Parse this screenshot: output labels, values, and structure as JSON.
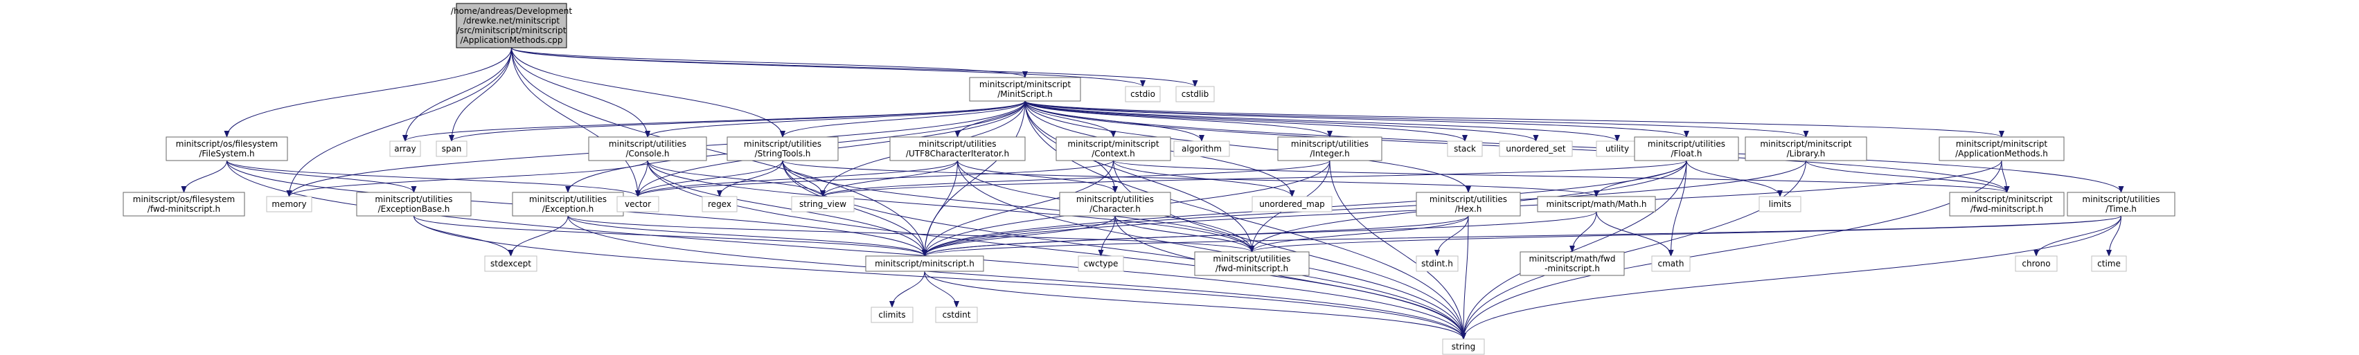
{
  "nodes": {
    "root": [
      "/home/andreas/Development",
      "/drewke.net/minitscript",
      "/src/minitscript/minitscript",
      "/ApplicationMethods.cpp"
    ],
    "minitscript_h_top": [
      "minitscript/minitscript",
      "/MinitScript.h"
    ],
    "cstdio": [
      "cstdio"
    ],
    "cstdlib": [
      "cstdlib"
    ],
    "filesystem_h": [
      "minitscript/os/filesystem",
      "/FileSystem.h"
    ],
    "array": [
      "array"
    ],
    "span": [
      "span"
    ],
    "console_h": [
      "minitscript/utilities",
      "/Console.h"
    ],
    "stringtools_h": [
      "minitscript/utilities",
      "/StringTools.h"
    ],
    "utf8_h": [
      "minitscript/utilities",
      "/UTF8CharacterIterator.h"
    ],
    "context_h": [
      "minitscript/minitscript",
      "/Context.h"
    ],
    "algorithm": [
      "algorithm"
    ],
    "integer_h": [
      "minitscript/utilities",
      "/Integer.h"
    ],
    "stack": [
      "stack"
    ],
    "unordered_set": [
      "unordered_set"
    ],
    "utility": [
      "utility"
    ],
    "float_h": [
      "minitscript/utilities",
      "/Float.h"
    ],
    "library_h": [
      "minitscript/minitscript",
      "/Library.h"
    ],
    "appmethods_h": [
      "minitscript/minitscript",
      "/ApplicationMethods.h"
    ],
    "fs_fwd_h": [
      "minitscript/os/filesystem",
      "/fwd-minitscript.h"
    ],
    "memory": [
      "memory"
    ],
    "exceptionbase_h": [
      "minitscript/utilities",
      "/ExceptionBase.h"
    ],
    "exception_h": [
      "minitscript/utilities",
      "/Exception.h"
    ],
    "vector": [
      "vector"
    ],
    "regex": [
      "regex"
    ],
    "string_view": [
      "string_view"
    ],
    "unordered_map": [
      "unordered_map"
    ],
    "character_h": [
      "minitscript/utilities",
      "/Character.h"
    ],
    "hex_h": [
      "minitscript/utilities",
      "/Hex.h"
    ],
    "math_h": [
      "minitscript/math/Math.h"
    ],
    "limits": [
      "limits"
    ],
    "mm_fwd_h": [
      "minitscript/minitscript",
      "/fwd-minitscript.h"
    ],
    "time_h": [
      "minitscript/utilities",
      "/Time.h"
    ],
    "stdexcept": [
      "stdexcept"
    ],
    "minitscript_h": [
      "minitscript/minitscript.h"
    ],
    "cwctype": [
      "cwctype"
    ],
    "ut_fwd_h": [
      "minitscript/utilities",
      "/fwd-minitscript.h"
    ],
    "stdint_h": [
      "stdint.h"
    ],
    "math_fwd_h": [
      "minitscript/math/fwd",
      "-minitscript.h"
    ],
    "cmath": [
      "cmath"
    ],
    "chrono": [
      "chrono"
    ],
    "ctime": [
      "ctime"
    ],
    "climits": [
      "climits"
    ],
    "cstdint": [
      "cstdint"
    ],
    "string": [
      "string"
    ]
  },
  "edges": [
    [
      "root",
      "minitscript_h_top"
    ],
    [
      "root",
      "cstdio"
    ],
    [
      "root",
      "cstdlib"
    ],
    [
      "root",
      "filesystem_h"
    ],
    [
      "root",
      "array"
    ],
    [
      "root",
      "span"
    ],
    [
      "root",
      "console_h"
    ],
    [
      "root",
      "stringtools_h"
    ],
    [
      "root",
      "memory"
    ],
    [
      "root",
      "vector"
    ],
    [
      "root",
      "minitscript_h"
    ],
    [
      "minitscript_h_top",
      "array"
    ],
    [
      "minitscript_h_top",
      "span"
    ],
    [
      "minitscript_h_top",
      "console_h"
    ],
    [
      "minitscript_h_top",
      "stringtools_h"
    ],
    [
      "minitscript_h_top",
      "utf8_h"
    ],
    [
      "minitscript_h_top",
      "context_h"
    ],
    [
      "minitscript_h_top",
      "algorithm"
    ],
    [
      "minitscript_h_top",
      "integer_h"
    ],
    [
      "minitscript_h_top",
      "stack"
    ],
    [
      "minitscript_h_top",
      "unordered_set"
    ],
    [
      "minitscript_h_top",
      "utility"
    ],
    [
      "minitscript_h_top",
      "float_h"
    ],
    [
      "minitscript_h_top",
      "library_h"
    ],
    [
      "minitscript_h_top",
      "appmethods_h"
    ],
    [
      "minitscript_h_top",
      "time_h"
    ],
    [
      "minitscript_h_top",
      "hex_h"
    ],
    [
      "minitscript_h_top",
      "character_h"
    ],
    [
      "minitscript_h_top",
      "exception_h"
    ],
    [
      "minitscript_h_top",
      "memory"
    ],
    [
      "minitscript_h_top",
      "vector"
    ],
    [
      "minitscript_h_top",
      "string_view"
    ],
    [
      "minitscript_h_top",
      "unordered_map"
    ],
    [
      "minitscript_h_top",
      "string"
    ],
    [
      "minitscript_h_top",
      "minitscript_h"
    ],
    [
      "minitscript_h_top",
      "mm_fwd_h"
    ],
    [
      "minitscript_h_top",
      "ut_fwd_h"
    ],
    [
      "filesystem_h",
      "fs_fwd_h"
    ],
    [
      "filesystem_h",
      "exceptionbase_h"
    ],
    [
      "filesystem_h",
      "minitscript_h"
    ],
    [
      "filesystem_h",
      "string"
    ],
    [
      "filesystem_h",
      "vector"
    ],
    [
      "console_h",
      "memory"
    ],
    [
      "console_h",
      "vector"
    ],
    [
      "console_h",
      "string_view"
    ],
    [
      "console_h",
      "minitscript_h"
    ],
    [
      "console_h",
      "string"
    ],
    [
      "console_h",
      "ut_fwd_h"
    ],
    [
      "stringtools_h",
      "vector"
    ],
    [
      "stringtools_h",
      "regex"
    ],
    [
      "stringtools_h",
      "string_view"
    ],
    [
      "stringtools_h",
      "minitscript_h"
    ],
    [
      "stringtools_h",
      "string"
    ],
    [
      "stringtools_h",
      "ut_fwd_h"
    ],
    [
      "stringtools_h",
      "math_h"
    ],
    [
      "utf8_h",
      "vector"
    ],
    [
      "utf8_h",
      "string_view"
    ],
    [
      "utf8_h",
      "minitscript_h"
    ],
    [
      "utf8_h",
      "string"
    ],
    [
      "utf8_h",
      "ut_fwd_h"
    ],
    [
      "utf8_h",
      "character_h"
    ],
    [
      "context_h",
      "vector"
    ],
    [
      "context_h",
      "unordered_map"
    ],
    [
      "context_h",
      "minitscript_h"
    ],
    [
      "context_h",
      "mm_fwd_h"
    ],
    [
      "context_h",
      "string"
    ],
    [
      "integer_h",
      "string_view"
    ],
    [
      "integer_h",
      "minitscript_h"
    ],
    [
      "integer_h",
      "ut_fwd_h"
    ],
    [
      "integer_h",
      "string"
    ],
    [
      "float_h",
      "math_h"
    ],
    [
      "float_h",
      "limits"
    ],
    [
      "float_h",
      "string_view"
    ],
    [
      "float_h",
      "minitscript_h"
    ],
    [
      "float_h",
      "ut_fwd_h"
    ],
    [
      "float_h",
      "cmath"
    ],
    [
      "float_h",
      "string"
    ],
    [
      "library_h",
      "mm_fwd_h"
    ],
    [
      "library_h",
      "minitscript_h"
    ],
    [
      "library_h",
      "string"
    ],
    [
      "appmethods_h",
      "mm_fwd_h"
    ],
    [
      "appmethods_h",
      "minitscript_h"
    ],
    [
      "appmethods_h",
      "string"
    ],
    [
      "exceptionbase_h",
      "stdexcept"
    ],
    [
      "exceptionbase_h",
      "minitscript_h"
    ],
    [
      "exceptionbase_h",
      "string"
    ],
    [
      "exception_h",
      "stdexcept"
    ],
    [
      "exception_h",
      "minitscript_h"
    ],
    [
      "exception_h",
      "ut_fwd_h"
    ],
    [
      "exception_h",
      "string"
    ],
    [
      "character_h",
      "cwctype"
    ],
    [
      "character_h",
      "minitscript_h"
    ],
    [
      "character_h",
      "ut_fwd_h"
    ],
    [
      "character_h",
      "string"
    ],
    [
      "hex_h",
      "stdint_h"
    ],
    [
      "hex_h",
      "minitscript_h"
    ],
    [
      "hex_h",
      "ut_fwd_h"
    ],
    [
      "hex_h",
      "string"
    ],
    [
      "math_h",
      "math_fwd_h"
    ],
    [
      "math_h",
      "cmath"
    ],
    [
      "math_h",
      "minitscript_h"
    ],
    [
      "time_h",
      "chrono"
    ],
    [
      "time_h",
      "ctime"
    ],
    [
      "time_h",
      "minitscript_h"
    ],
    [
      "time_h",
      "ut_fwd_h"
    ],
    [
      "time_h",
      "string"
    ],
    [
      "minitscript_h",
      "climits"
    ],
    [
      "minitscript_h",
      "cstdint"
    ],
    [
      "minitscript_h",
      "string"
    ]
  ]
}
